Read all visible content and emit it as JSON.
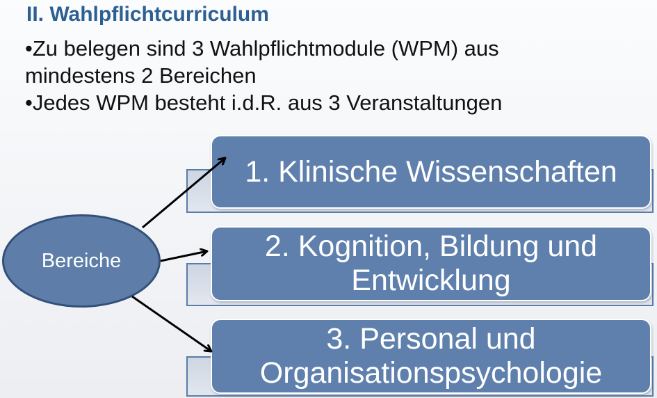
{
  "slide": {
    "title": "II. Wahlpflichtcurriculum",
    "bullets": [
      "•Zu belegen  sind 3 Wahlpflichtmodule  (WPM) aus",
      "mindestens  2 Bereichen",
      "•Jedes  WPM besteht  i.d.R.  aus 3 Veranstaltungen"
    ]
  },
  "diagram": {
    "center_label": "Bereiche",
    "categories": [
      {
        "lines": [
          "1. Klinische Wissenschaften"
        ]
      },
      {
        "lines": [
          "2. Kognition, Bildung und",
          "Entwicklung"
        ]
      },
      {
        "lines": [
          "3. Personal und",
          "Organisationspsychologie"
        ]
      }
    ],
    "colors": {
      "box_fill": "#5f80ad",
      "ellipse_fill": "#5e7ea9",
      "title_color": "#2e5f93"
    }
  }
}
